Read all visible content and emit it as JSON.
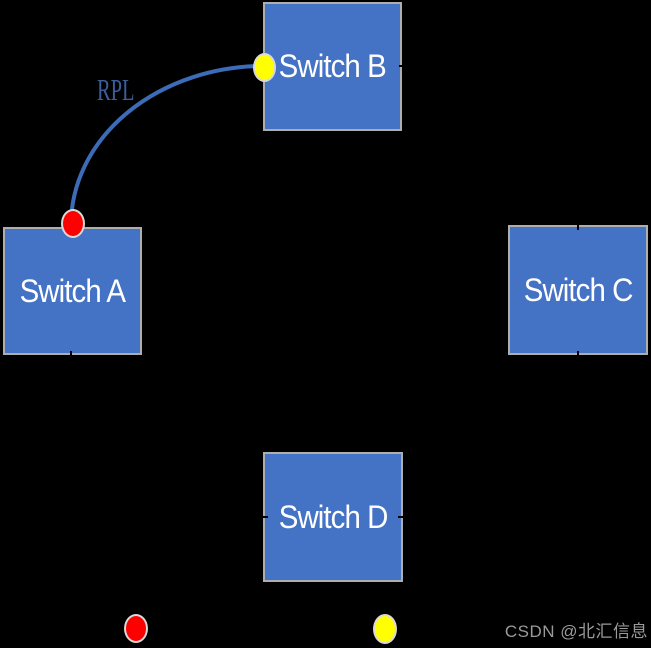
{
  "nodes": [
    {
      "id": "switch-a",
      "label": "Switch A"
    },
    {
      "id": "switch-b",
      "label": "Switch B"
    },
    {
      "id": "switch-c",
      "label": "Switch C"
    },
    {
      "id": "switch-d",
      "label": "Switch D"
    }
  ],
  "rpl_link": {
    "label": "RPL",
    "from": "switch-b",
    "to": "switch-a",
    "color": "#3c6cb8"
  },
  "port_markers": [
    {
      "node": "switch-a",
      "position": "top-edge",
      "color": "#fe0000"
    },
    {
      "node": "switch-b",
      "position": "left-edge",
      "color": "#ffff00"
    }
  ],
  "legend_markers": [
    {
      "color": "#fe0000"
    },
    {
      "color": "#ffff00"
    }
  ],
  "watermark": {
    "text": "CSDN @北汇信息",
    "color": "#9a9a9a"
  },
  "colors": {
    "background": "#000000",
    "node_fill": "#4472c4",
    "node_border": "#aeaeae",
    "node_text": "#ffffff",
    "marker_border": "#d9d9d9",
    "rpl_label_text": "#3d5e9e",
    "link_stroke": "#3c6cb8"
  }
}
